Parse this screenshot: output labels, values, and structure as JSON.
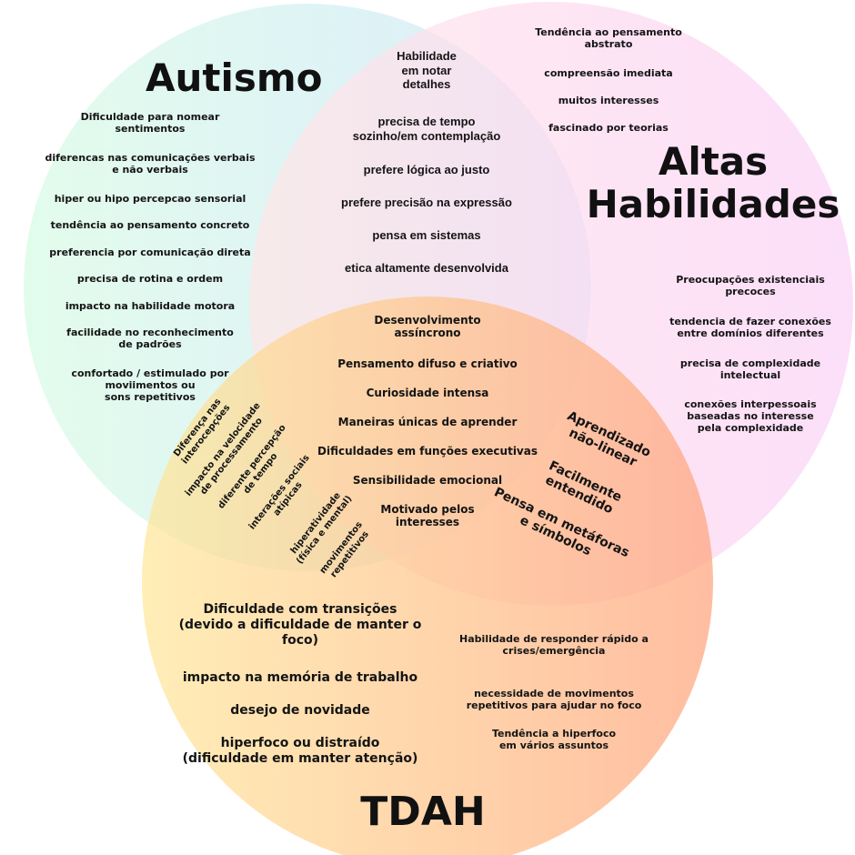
{
  "colors": {
    "autismo": [
      "#d9fbe6",
      "#cfe6fb"
    ],
    "altas_habilidades": [
      "#ffe6e6",
      "#fbd2f7"
    ],
    "tdah": [
      "#ffe79b",
      "#ffa47c"
    ]
  },
  "titles": {
    "autismo": "Autismo",
    "altas_line1": "Altas",
    "altas_line2": "Habilidades",
    "tdah": "TDAH"
  },
  "autismo_only": [
    [
      "Dificuldade para nomear",
      "sentimentos"
    ],
    [
      "diferencas nas comunicações verbais",
      "e não verbais"
    ],
    [
      "hiper ou hipo percepcao sensorial"
    ],
    [
      "tendência ao pensamento concreto"
    ],
    [
      "preferencia por comunicação direta"
    ],
    [
      "precisa de rotina e ordem"
    ],
    [
      "impacto na habilidade motora"
    ],
    [
      "facilidade no reconhecimento",
      "de padrões"
    ],
    [
      "confortado / estimulado por",
      "moviimentos ou",
      "sons repetitivos"
    ]
  ],
  "autismo_altas": [
    [
      "Habilidade",
      "em notar",
      "detalhes"
    ],
    [
      "precisa de tempo",
      "sozinho/em contemplação"
    ],
    [
      "prefere lógica ao justo"
    ],
    [
      "prefere precisão na expressão"
    ],
    [
      "pensa em sistemas"
    ],
    [
      "etica altamente desenvolvida"
    ]
  ],
  "altas_only_top": [
    [
      "Tendência ao pensamento",
      "abstrato"
    ],
    [
      "compreensão imediata"
    ],
    [
      "muitos interesses"
    ],
    [
      "fascinado por teorias"
    ]
  ],
  "altas_only_bottom": [
    [
      "Preocupações existenciais",
      "precoces"
    ],
    [
      "tendencia de fazer conexões",
      "entre domínios diferentes"
    ],
    [
      "precisa de complexidade",
      "intelectual"
    ],
    [
      "conexões interpessoais",
      "baseadas no interesse",
      "pela complexidade"
    ]
  ],
  "center": [
    [
      "Desenvolvimento",
      "assíncrono"
    ],
    [
      "Pensamento difuso e criativo"
    ],
    [
      "Curiosidade intensa"
    ],
    [
      "Maneiras únicas de aprender"
    ],
    [
      "Dificuldades em funções executivas"
    ],
    [
      "Sensibilidade emocional"
    ],
    [
      "Motivado pelos",
      "interesses"
    ]
  ],
  "autismo_tdah": [
    [
      "Diferença nas",
      "interocepções"
    ],
    [
      "impacto na velocidade",
      "de processamento"
    ],
    [
      "diferente percepção",
      "de tempo"
    ],
    [
      "interações sociais",
      "atípicas"
    ],
    [
      "hiperatividade",
      "(física e mental)"
    ],
    [
      "movimentos",
      "repetitivos"
    ]
  ],
  "altas_tdah": [
    [
      "Aprendizado",
      "não-linear"
    ],
    [
      "Facilmente",
      "entendido"
    ],
    [
      "Pensa em metáforas",
      "e símbolos"
    ]
  ],
  "tdah_left": [
    [
      "Dificuldade com transições",
      "(devido a dificuldade de manter o",
      "foco)"
    ],
    [
      "impacto na memória de trabalho"
    ],
    [
      "desejo de novidade"
    ],
    [
      "hiperfoco ou distraído",
      "(dificuldade em manter atenção)"
    ]
  ],
  "tdah_right": [
    [
      "Habilidade de responder rápido a",
      "crises/emergência"
    ],
    [
      "necessidade de movimentos",
      "repetitivos para ajudar no foco"
    ],
    [
      "Tendência a hiperfoco",
      "em vários assuntos"
    ]
  ]
}
